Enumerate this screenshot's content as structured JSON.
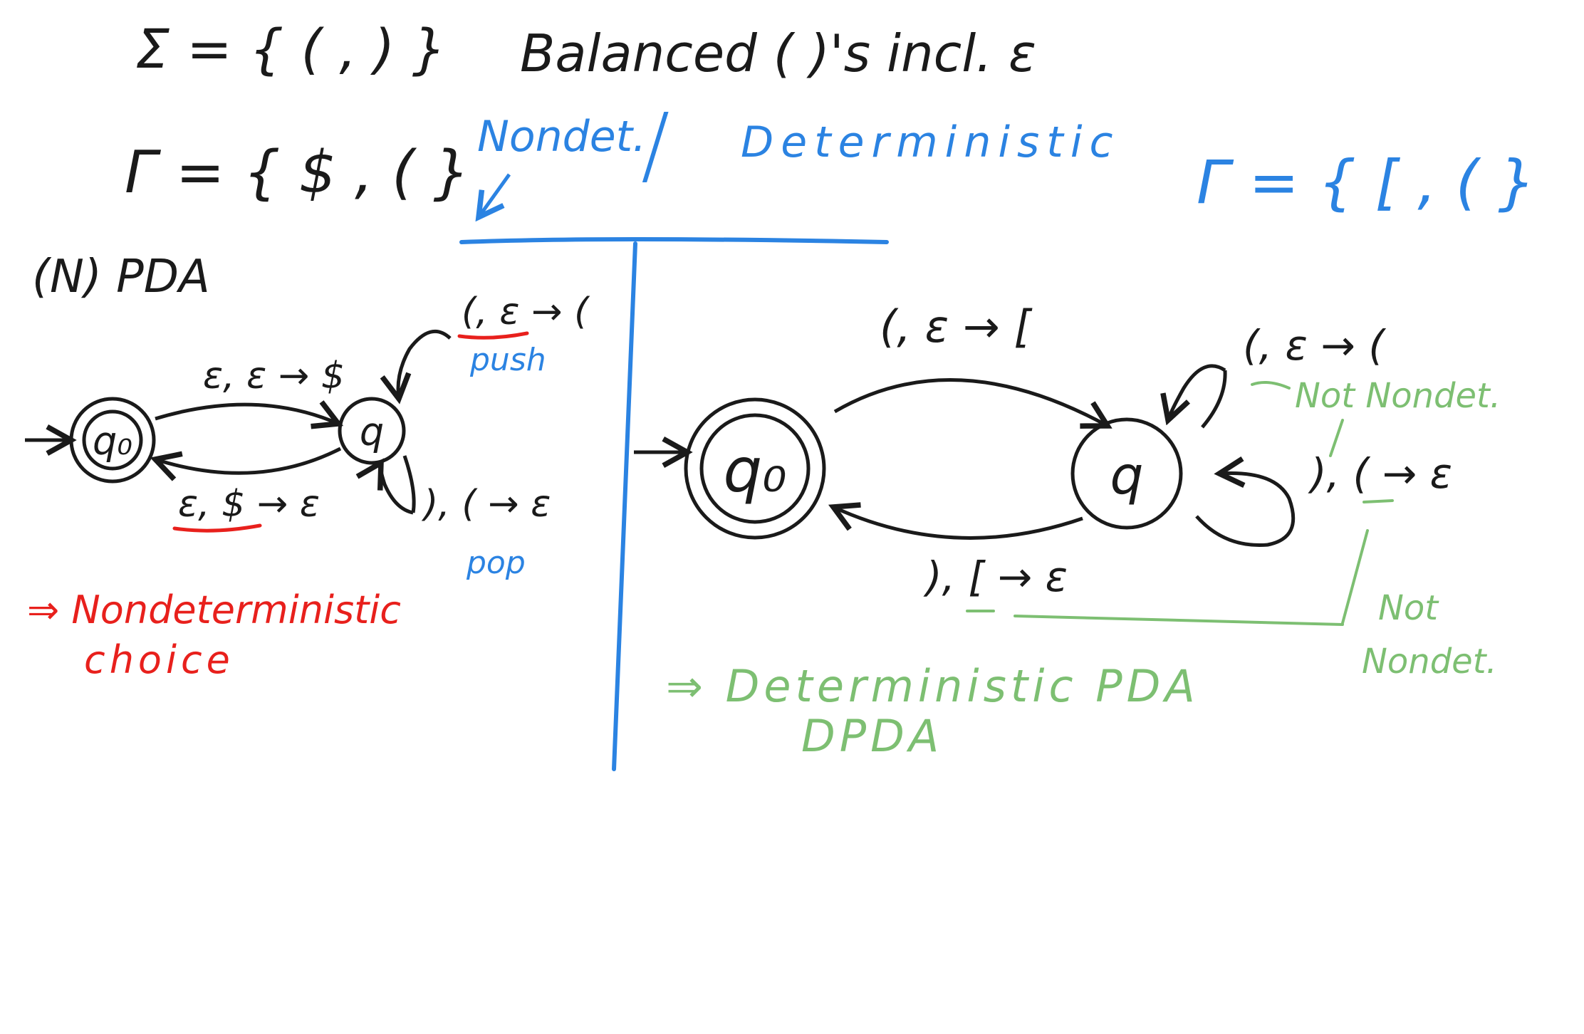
{
  "colors": {
    "ink_black": "#1a1a1a",
    "ink_blue": "#2b83e2",
    "ink_red": "#e8201c",
    "ink_green": "#7dbf72",
    "background": "#ffffff"
  },
  "header": {
    "sigma_def": "Σ = { ( , ) }",
    "language": "Balanced ( )'s incl. ε",
    "gamma_def": "Γ = { $ , ( }"
  },
  "split": {
    "nondet": "Nondet.",
    "slash": "/",
    "det": "Deterministic",
    "gamma_det": "Γ = { [ , ( }"
  },
  "left": {
    "title": "(N) PDA",
    "q0": "q₀",
    "q1": "q",
    "t_init": "ε, ε → $",
    "t_final": "ε, $ → ε",
    "t_push": "(, ε → (",
    "push_note": "push",
    "t_pop": "), ( → ε",
    "pop_note": "pop",
    "conclusion_1": "⇒ Nondeterministic",
    "conclusion_2": "choice"
  },
  "right": {
    "q0": "q₀",
    "q1": "q",
    "t_open": "(, ε → [",
    "t_push": "(, ε → (",
    "t_pop": "), ( → ε",
    "t_back": "), [ → ε",
    "not_nondet_1": "Not Nondet.",
    "not_nondet_2a": "Not",
    "not_nondet_2b": "Nondet.",
    "conclusion_1": "⇒ Deterministic PDA",
    "conclusion_2": "DPDA"
  }
}
